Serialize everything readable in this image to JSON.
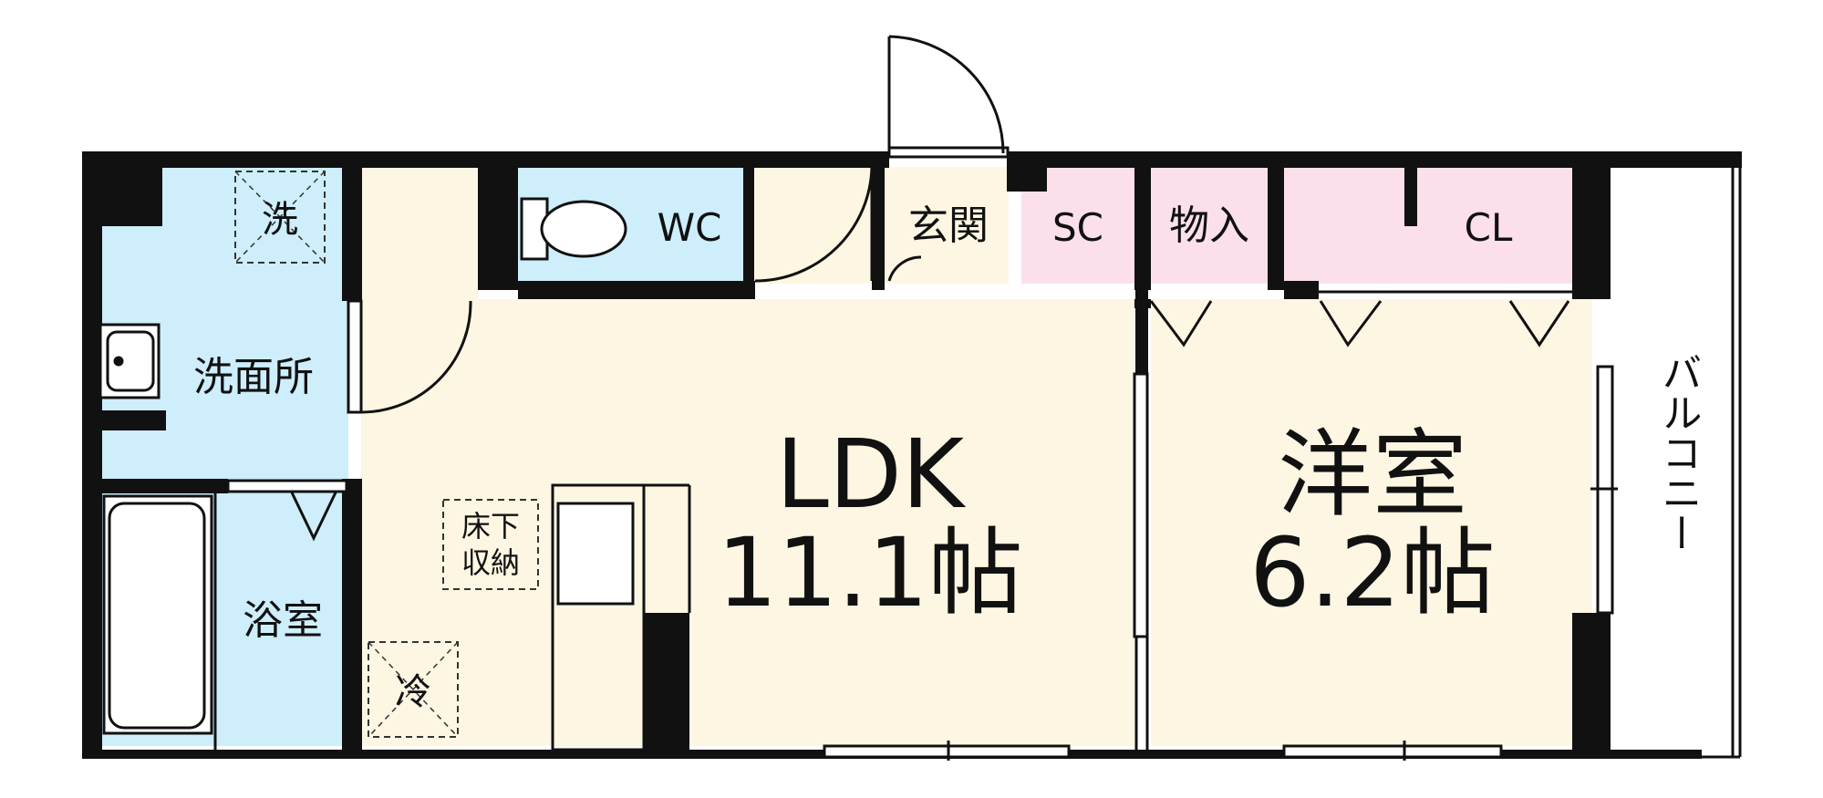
{
  "rooms": {
    "ldk": {
      "name": "LDK",
      "size": "11.1帖"
    },
    "western": {
      "name": "洋室",
      "size": "6.2帖"
    },
    "washroom": {
      "name": "洗面所"
    },
    "bath": {
      "name": "浴室"
    },
    "wc": {
      "name": "WC"
    },
    "entrance": {
      "name": "玄関"
    },
    "sc": {
      "name": "SC"
    },
    "storage": {
      "name": "物入"
    },
    "closet": {
      "name": "CL"
    },
    "balcony": {
      "name": "バルコニー"
    }
  },
  "fixtures": {
    "washer": "洗",
    "fridge": "冷",
    "underfloor_storage": [
      "床下",
      "収納"
    ]
  },
  "colors": {
    "wet_area": "#cdeefa",
    "living": "#fdf6e2",
    "storage": "#fbe0ec",
    "wall": "#111111"
  }
}
